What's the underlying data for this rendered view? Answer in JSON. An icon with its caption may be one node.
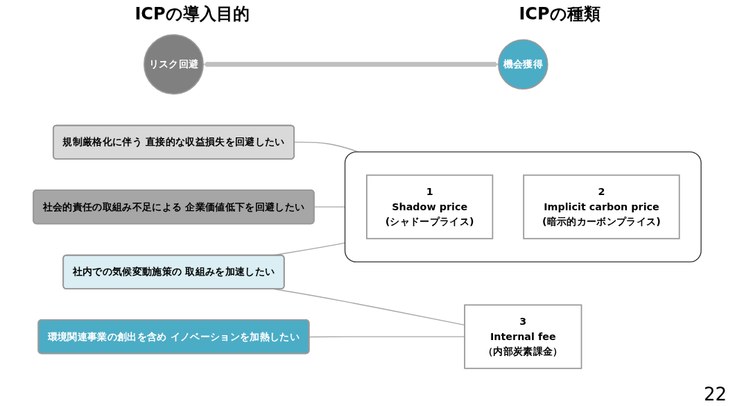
{
  "diagram": {
    "nodes": [
      {
        "text": [
          "リスク回避"
        ]
      },
      {
        "text": [
          "機会獲得"
        ]
      },
      {
        "text": [
          "規制厳格化に伴う 直接的な収益損失を回避したい"
        ]
      },
      {
        "text": [
          "社会的責任の取組み不足による 企業価値低下を回避したい"
        ]
      },
      {
        "text": [
          "社内での気候変動施策の 取組みを加速したい"
        ]
      },
      {
        "text": [
          "環境関連事業の創出を含め イノベーションを加熱したい"
        ]
      },
      {
        "text": [],
        "shape": "box"
      },
      {
        "text": [
          "1",
          "Shadow price",
          "(シャドープライス)"
        ],
        "in": 6
      },
      {
        "text": [
          "2",
          "Implicit carbon price",
          "(暗示的カーボンプライス)"
        ],
        "in": 6
      },
      {
        "text": [
          "3",
          "Internal fee",
          "（内部炭素課金）"
        ]
      }
    ],
    "edges": [
      {
        "from": 0,
        "to": 1,
        "arrow": "both",
        "style": "thick",
        "color": "#bfbfbf"
      },
      {
        "from": 2,
        "to": 6,
        "arrow": "none"
      },
      {
        "from": 3,
        "to": 6,
        "arrow": "none"
      },
      {
        "from": 4,
        "to": 6,
        "arrow": "none"
      },
      {
        "from": 4,
        "to": 9,
        "arrow": "none"
      },
      {
        "from": 5,
        "to": 9,
        "arrow": "none"
      }
    ],
    "labels": [
      "ICPの導入目的",
      "ICPの種類",
      "22"
    ]
  }
}
